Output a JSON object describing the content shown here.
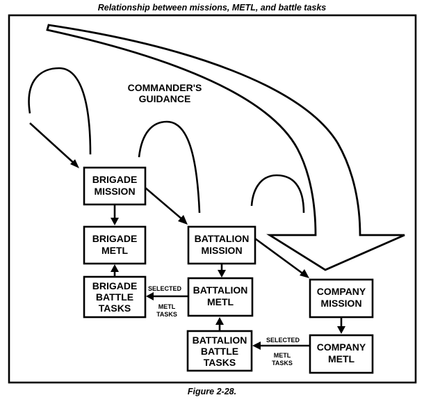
{
  "title": "Relationship between missions, METL, and battle tasks",
  "figure_label": "Figure 2-28.",
  "guidance": {
    "line1": "COMMANDER'S",
    "line2": "GUIDANCE"
  },
  "boxes": {
    "brigade_mission": {
      "line1": "BRIGADE",
      "line2": "MISSION"
    },
    "brigade_metl": {
      "line1": "BRIGADE",
      "line2": "METL"
    },
    "brigade_battle_tasks": {
      "line1": "BRIGADE",
      "line2": "BATTLE",
      "line3": "TASKS"
    },
    "battalion_mission": {
      "line1": "BATTALION",
      "line2": "MISSION"
    },
    "battalion_metl": {
      "line1": "BATTALION",
      "line2": "METL"
    },
    "battalion_battle_tasks": {
      "line1": "BATTALION",
      "line2": "BATTLE",
      "line3": "TASKS"
    },
    "company_mission": {
      "line1": "COMPANY",
      "line2": "MISSION"
    },
    "company_metl": {
      "line1": "COMPANY",
      "line2": "METL"
    }
  },
  "labels": {
    "battalion_selected": {
      "line1": "SELECTED",
      "line2": "METL",
      "line3": "TASKS"
    },
    "company_selected": {
      "line1": "SELECTED",
      "line2": "METL",
      "line3": "TASKS"
    }
  }
}
